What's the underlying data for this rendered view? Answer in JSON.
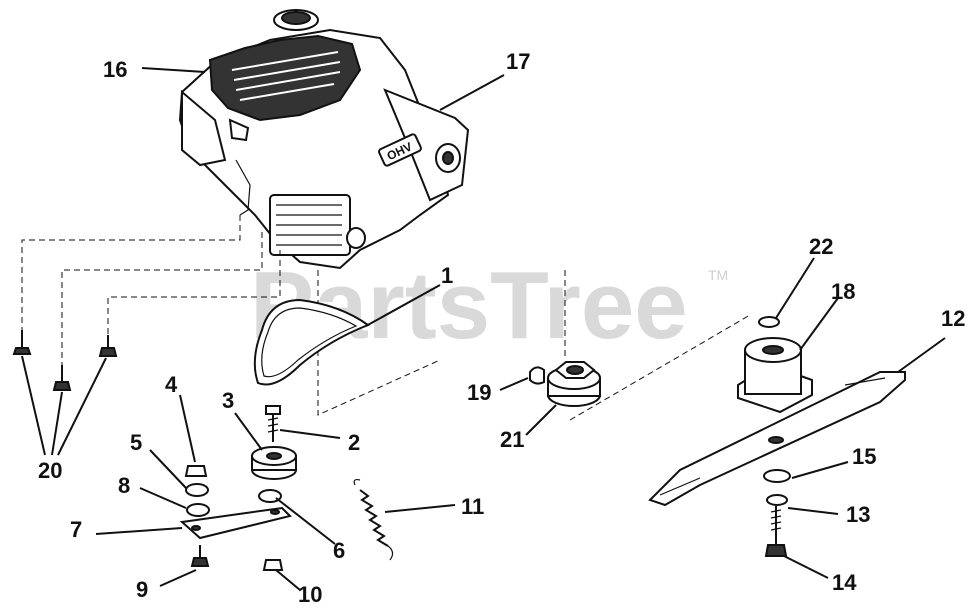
{
  "watermark": {
    "text": "PartsTree",
    "trademark": "TM"
  },
  "engine_label": "OHV",
  "callouts": [
    {
      "id": "1",
      "label": "1"
    },
    {
      "id": "2",
      "label": "2"
    },
    {
      "id": "3",
      "label": "3"
    },
    {
      "id": "4",
      "label": "4"
    },
    {
      "id": "5",
      "label": "5"
    },
    {
      "id": "6",
      "label": "6"
    },
    {
      "id": "7",
      "label": "7"
    },
    {
      "id": "8",
      "label": "8"
    },
    {
      "id": "9",
      "label": "9"
    },
    {
      "id": "10",
      "label": "10"
    },
    {
      "id": "11",
      "label": "11"
    },
    {
      "id": "12",
      "label": "12"
    },
    {
      "id": "13",
      "label": "13"
    },
    {
      "id": "14",
      "label": "14"
    },
    {
      "id": "15",
      "label": "15"
    },
    {
      "id": "16",
      "label": "16"
    },
    {
      "id": "17",
      "label": "17"
    },
    {
      "id": "18",
      "label": "18"
    },
    {
      "id": "19",
      "label": "19"
    },
    {
      "id": "20",
      "label": "20"
    },
    {
      "id": "21",
      "label": "21"
    },
    {
      "id": "22",
      "label": "22"
    }
  ]
}
